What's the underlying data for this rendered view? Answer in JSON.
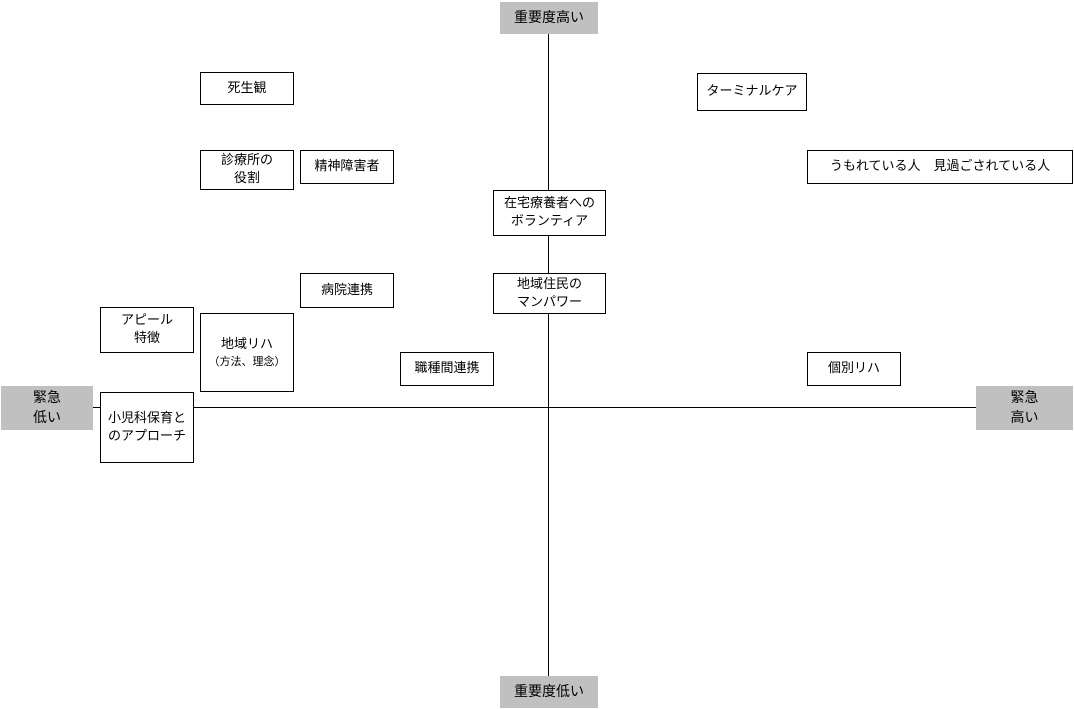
{
  "axes": {
    "top": "重要度高い",
    "bottom": "重要度低い",
    "left": "緊急\n低い",
    "right": "緊急\n高い"
  },
  "nodes": {
    "shiseikan": "死生観",
    "terminal_care": "ターミナルケア",
    "shinryoujo_line1": "診療所の",
    "shinryoujo_line2": "役割",
    "seishin": "精神障害者",
    "umorete": "うもれている人　見過ごされている人",
    "volunteer_line1": "在宅療養者への",
    "volunteer_line2": "ボランティア",
    "chiiki_jumin_line1": "地域住民の",
    "chiiki_jumin_line2": "マンパワー",
    "byouin": "病院連携",
    "appeal_line1": "アピール",
    "appeal_line2": "特徴",
    "chiiki_riha_line1": "地域リハ",
    "chiiki_riha_line2": "（方法、理念）",
    "shokushu": "職種間連携",
    "kobetsu": "個別リハ",
    "shouni_line1": "小児科保育と",
    "shouni_line2": "のアプローチ"
  }
}
